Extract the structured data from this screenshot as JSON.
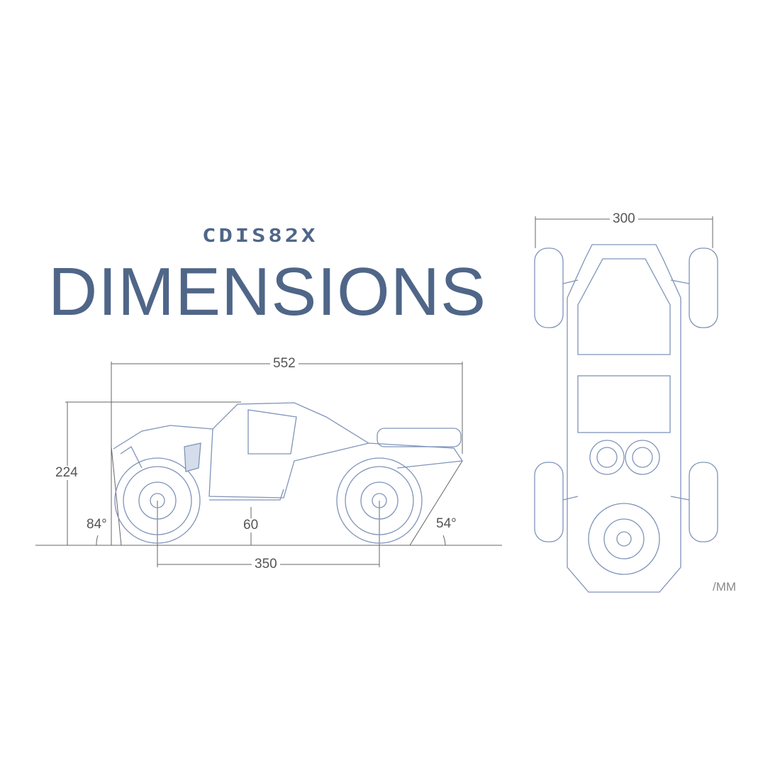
{
  "brand": "CDIS82X",
  "title": "DIMENSIONS",
  "side_view": {
    "length": "552",
    "height": "224",
    "ground_clearance": "60",
    "wheelbase": "350",
    "approach_angle": "84°",
    "departure_angle": "54°"
  },
  "top_view": {
    "width": "300"
  },
  "unit": "/MM",
  "colors": {
    "title": "#4f6688",
    "lines": "#7f93ba",
    "dimension": "#555555"
  }
}
